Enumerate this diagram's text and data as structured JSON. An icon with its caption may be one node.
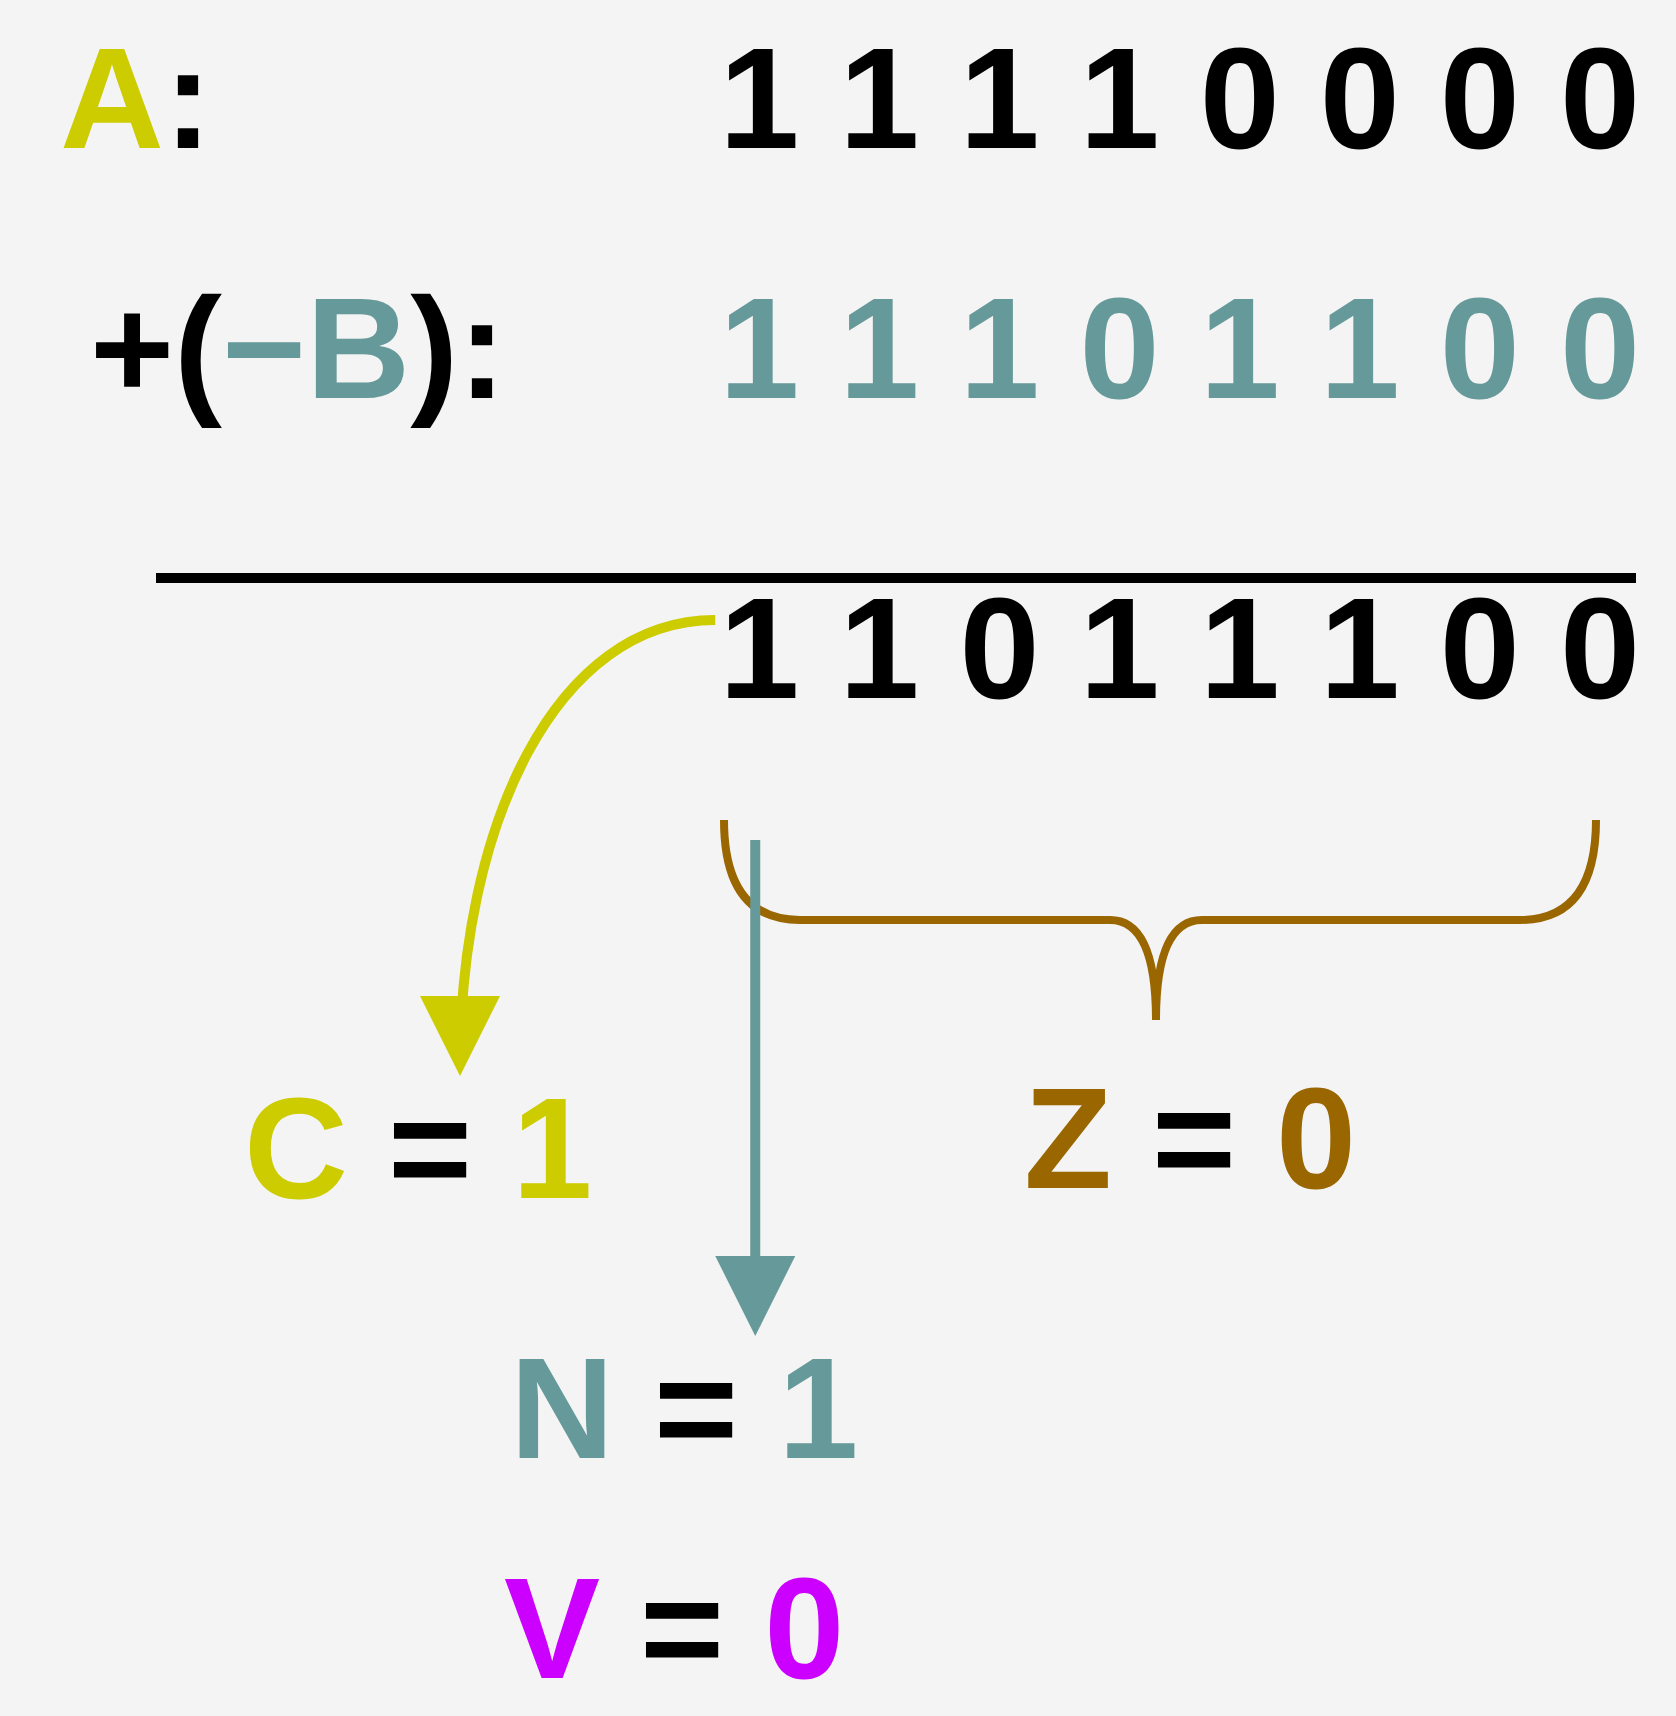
{
  "diagram": {
    "nodes": [
      {
        "text": [
          "1 1 0 1 1 1 0 0"
        ]
      },
      {
        "text": [
          "C = 1"
        ]
      },
      {
        "text": [
          "N = 1"
        ]
      }
    ],
    "edges": [
      {
        "from": 0,
        "to": 1,
        "arrow": "to",
        "color": "#cccc00"
      },
      {
        "from": 0,
        "to": 2,
        "arrow": "to",
        "color": "#669999"
      }
    ],
    "labels": [
      "A:",
      "1 1 1 1 0 0 0 0",
      "+(−B):",
      "1 1 1 0 1 1 0 0",
      "Z = 0",
      "V = 0"
    ]
  }
}
